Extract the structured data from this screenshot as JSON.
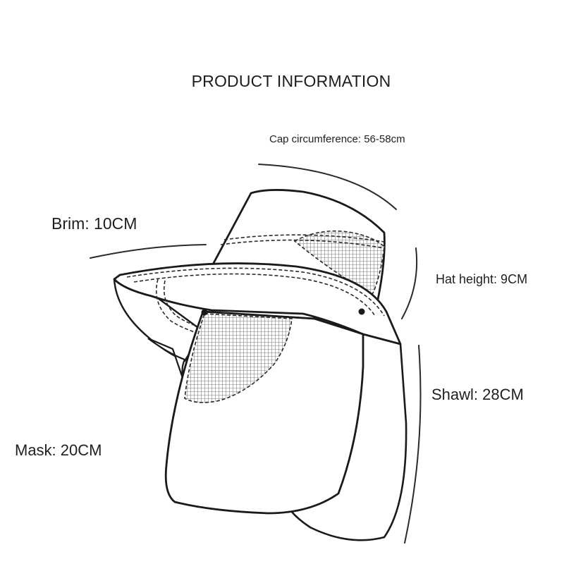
{
  "header": {
    "title": "PRODUCT INFORMATION"
  },
  "labels": {
    "cap_circumference": "Cap circumference: 56-58cm",
    "brim": "Brim: 10CM",
    "hat_height": "Hat height: 9CM",
    "shawl": "Shawl: 28CM",
    "mask": "Mask: 20CM"
  },
  "colors": {
    "outline": "#1a1a1a",
    "mesh": "#8a8a8a",
    "fill": "#ffffff"
  }
}
